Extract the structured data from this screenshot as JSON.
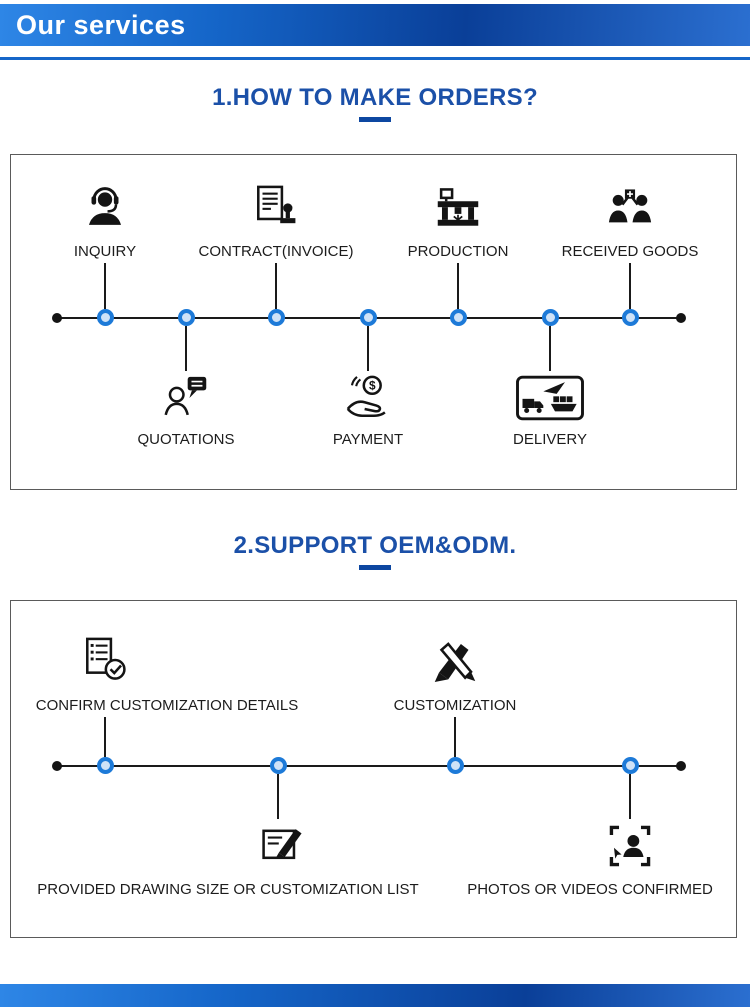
{
  "banner": {
    "title": "Our services"
  },
  "sections": [
    {
      "heading": "1.HOW TO MAKE ORDERS?",
      "top_items": [
        {
          "label": "INQUIRY",
          "icon": "inquiry-icon"
        },
        {
          "label": "CONTRACT(INVOICE)",
          "icon": "contract-invoice-icon"
        },
        {
          "label": "PRODUCTION",
          "icon": "production-icon"
        },
        {
          "label": "RECEIVED GOODS",
          "icon": "received-goods-icon"
        }
      ],
      "bottom_items": [
        {
          "label": "QUOTATIONS",
          "icon": "quotations-icon"
        },
        {
          "label": "PAYMENT",
          "icon": "payment-icon"
        },
        {
          "label": "DELIVERY",
          "icon": "delivery-icon"
        }
      ]
    },
    {
      "heading": "2.SUPPORT OEM&ODM.",
      "top_items": [
        {
          "label": "CONFIRM CUSTOMIZATION DETAILS",
          "icon": "confirm-details-icon"
        },
        {
          "label": "CUSTOMIZATION",
          "icon": "customization-icon"
        }
      ],
      "bottom_items": [
        {
          "label": "PROVIDED DRAWING SIZE OR CUSTOMIZATION LIST",
          "icon": "drawing-list-icon"
        },
        {
          "label": "PHOTOS OR VIDEOS CONFIRMED",
          "icon": "photos-videos-icon"
        }
      ]
    }
  ],
  "colors": {
    "banner_blue_light": "#2e86e6",
    "banner_blue_dark": "#0a3f98",
    "heading_blue": "#1b50a8",
    "rule_blue": "#1566c9",
    "node_ring_blue": "#1d7ad8",
    "node_fill_blue": "#cfe2f7",
    "timeline_black": "#1a1a1a"
  }
}
